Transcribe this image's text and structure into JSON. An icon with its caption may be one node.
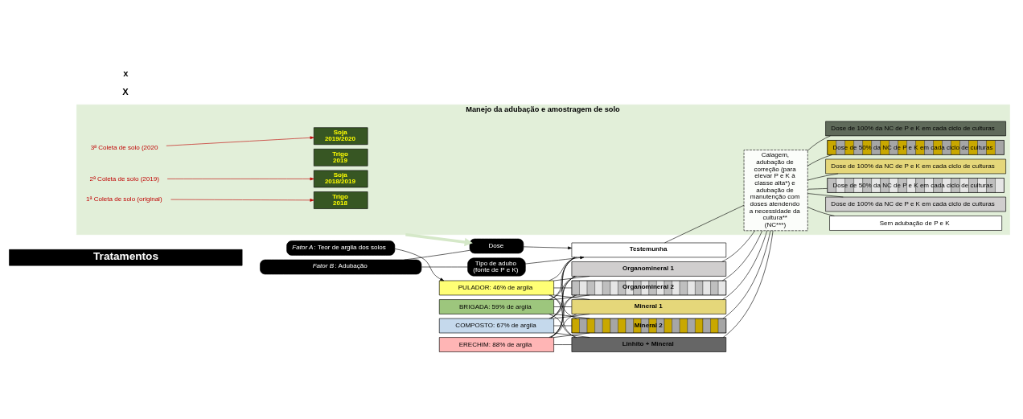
{
  "diagram": {
    "nodes": [
      {
        "text": [
          "Tratamentos"
        ]
      },
      {
        "text": [
          "*Fator A*: Teor de argila dos solos"
        ]
      },
      {
        "text": [
          "*Fator B*: Adubação"
        ]
      },
      {
        "text": [
          "Tipo de adubo (fonte de P e K)"
        ]
      },
      {
        "text": [
          "Dose"
        ]
      },
      {
        "text": [
          "PULADOR: 46% de argila"
        ]
      },
      {
        "text": [
          "BRIGADA: 59% de argila"
        ]
      },
      {
        "text": [
          "COMPOSTO: 67% de argila"
        ]
      },
      {
        "text": [
          "ERECHIM: 88% de argila"
        ]
      },
      {
        "text": [
          "Testemunha"
        ]
      },
      {
        "text": [
          "Organomineral 1"
        ]
      },
      {
        "text": [
          "Organomineral 2"
        ]
      },
      {
        "text": [
          "Mineral 1"
        ]
      },
      {
        "text": [
          "Mineral 2"
        ]
      },
      {
        "text": [
          "Linhito + Mineral"
        ]
      },
      {
        "text": [
          "Manejo da adubação e amostragem de solo"
        ]
      },
      {
        "text": [
          "1ª Coleta de solo (original)"
        ],
        "in": 15
      },
      {
        "text": [
          "2ª Coleta de solo (2019)"
        ],
        "in": 15
      },
      {
        "text": [
          "3ª Coleta de solo (2020"
        ],
        "in": 15
      },
      {
        "text": [
          "Trigo 2018"
        ],
        "in": 15
      },
      {
        "text": [
          "Soja 2018/2019"
        ],
        "in": 15
      },
      {
        "text": [
          "Trigo 2019"
        ],
        "in": 15
      },
      {
        "text": [
          "Soja 2019/2020"
        ],
        "in": 15
      },
      {
        "text": [
          "Calagem, adubação de correção (para elevar P e K à classe alta*) e adubação de manutenção com doses atendendo a necessidade da cultura** (NC***)"
        ],
        "in": 15
      },
      {
        "text": [
          "Sem adubação de P e K"
        ],
        "in": 15
      },
      {
        "text": [
          "Dose de 100% da NC de P e K em cada ciclo de culturas"
        ],
        "in": 15
      },
      {
        "text": [
          "Dose de 50% da NC de P e K em cada ciclo de culturas"
        ],
        "in": 15
      },
      {
        "text": [
          "Dose de 100% da NC de P e K em cada ciclo de culturas"
        ],
        "in": 15
      },
      {
        "text": [
          "Dose de 50% da NC de P e K em cada ciclo de culturas"
        ],
        "in": 15
      },
      {
        "text": [
          "Dose de 100% da NC de P e K em cada ciclo de culturas"
        ],
        "in": 15
      }
    ],
    "edges": [
      {
        "from": 1,
        "to": 5,
        "arrow": "to"
      },
      {
        "from": 2,
        "to": 3,
        "arrow": "none"
      },
      {
        "from": 2,
        "to": 4,
        "arrow": "none"
      },
      {
        "from": 3,
        "to": 9,
        "arrow": "to"
      },
      {
        "from": 4,
        "to": 9,
        "arrow": "to"
      },
      {
        "from": 5,
        "to": 9,
        "arrow": "none"
      },
      {
        "from": 5,
        "to": 10,
        "arrow": "none"
      },
      {
        "from": 5,
        "to": 11,
        "arrow": "none"
      },
      {
        "from": 5,
        "to": 12,
        "arrow": "none"
      },
      {
        "from": 5,
        "to": 13,
        "arrow": "none"
      },
      {
        "from": 5,
        "to": 14,
        "arrow": "none"
      },
      {
        "from": 6,
        "to": 9,
        "arrow": "none"
      },
      {
        "from": 6,
        "to": 10,
        "arrow": "none"
      },
      {
        "from": 6,
        "to": 11,
        "arrow": "none"
      },
      {
        "from": 6,
        "to": 12,
        "arrow": "none"
      },
      {
        "from": 6,
        "to": 13,
        "arrow": "none"
      },
      {
        "from": 6,
        "to": 14,
        "arrow": "none"
      },
      {
        "from": 7,
        "to": 9,
        "arrow": "none"
      },
      {
        "from": 7,
        "to": 10,
        "arrow": "none"
      },
      {
        "from": 7,
        "to": 11,
        "arrow": "none"
      },
      {
        "from": 7,
        "to": 12,
        "arrow": "none"
      },
      {
        "from": 7,
        "to": 13,
        "arrow": "none"
      },
      {
        "from": 7,
        "to": 14,
        "arrow": "none"
      },
      {
        "from": 8,
        "to": 9,
        "arrow": "none"
      },
      {
        "from": 8,
        "to": 10,
        "arrow": "none"
      },
      {
        "from": 8,
        "to": 11,
        "arrow": "none"
      },
      {
        "from": 8,
        "to": 12,
        "arrow": "none"
      },
      {
        "from": 8,
        "to": 13,
        "arrow": "none"
      },
      {
        "from": 8,
        "to": 14,
        "arrow": "none"
      },
      {
        "from": 9,
        "to": 23,
        "arrow": "none"
      },
      {
        "from": 10,
        "to": 23,
        "arrow": "none"
      },
      {
        "from": 11,
        "to": 23,
        "arrow": "none"
      },
      {
        "from": 12,
        "to": 23,
        "arrow": "none"
      },
      {
        "from": 13,
        "to": 23,
        "arrow": "none"
      },
      {
        "from": 14,
        "to": 23,
        "arrow": "none"
      },
      {
        "from": 23,
        "to": 24,
        "arrow": "none"
      },
      {
        "from": 23,
        "to": 25,
        "arrow": "none"
      },
      {
        "from": 23,
        "to": 26,
        "arrow": "none"
      },
      {
        "from": 23,
        "to": 27,
        "arrow": "none"
      },
      {
        "from": 23,
        "to": 28,
        "arrow": "none"
      },
      {
        "from": 23,
        "to": 29,
        "arrow": "none"
      },
      {
        "from": 16,
        "to": 19,
        "arrow": "to",
        "color": "#c00000"
      },
      {
        "from": 17,
        "to": 20,
        "arrow": "to",
        "color": "#c00000"
      },
      {
        "from": 18,
        "to": 22,
        "arrow": "to",
        "color": "#c00000"
      },
      {
        "from": 15,
        "to": 4,
        "arrow": "to",
        "style": "thick",
        "color": "#d5e8c8"
      }
    ],
    "labels": [
      "X",
      "x"
    ]
  }
}
